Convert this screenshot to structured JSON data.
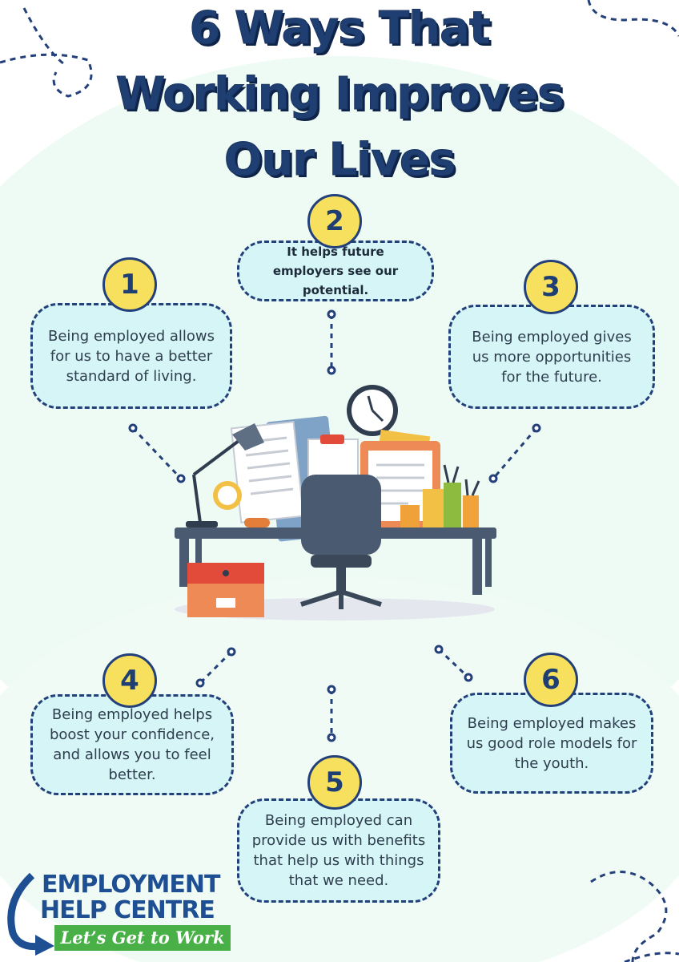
{
  "title": {
    "line1": "6 Ways That",
    "line2": "Working Improves",
    "line3": "Our Lives"
  },
  "ways": [
    {
      "number": "1",
      "text": "Being employed allows for us to have a better standard of living."
    },
    {
      "number": "2",
      "text": "It helps future employers see our potential."
    },
    {
      "number": "3",
      "text": "Being employed gives us more opportunities for the future."
    },
    {
      "number": "4",
      "text": "Being employed helps boost your confidence, and allows you to feel better."
    },
    {
      "number": "5",
      "text": "Being employed can provide us with benefits that help us with things that we need."
    },
    {
      "number": "6",
      "text": "Being employed makes us good role models for the youth."
    }
  ],
  "logo": {
    "line1": "EMPLOYMENT",
    "line2": "HELP CENTRE",
    "tagline": "Let’s Get to Work"
  },
  "illustration": "office-desk-illustration",
  "colors": {
    "title": "#1f3f73",
    "badge": "#f6e05e",
    "bubble": "#d6f5f7",
    "border": "#23407a",
    "logo_blue": "#1e4f93",
    "logo_green": "#48b047"
  }
}
